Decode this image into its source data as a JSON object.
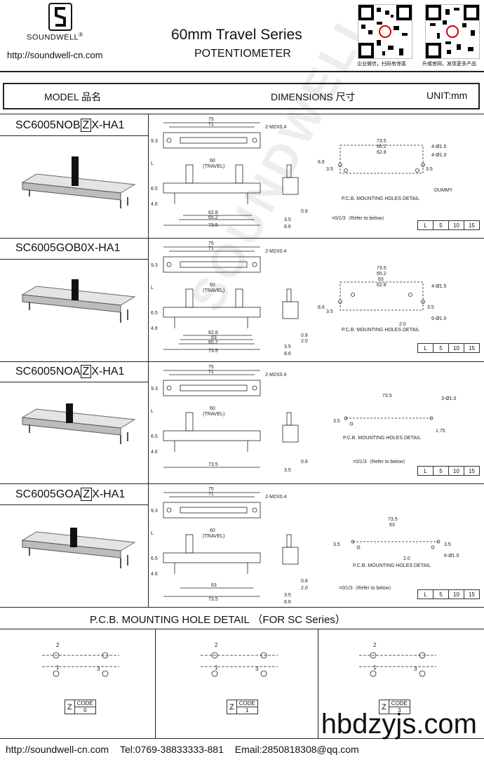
{
  "header": {
    "brand": "SOUNDWELL",
    "registered": "®",
    "url": "http://soundwell-cn.com",
    "title": "60mm Travel Series",
    "subtitle": "POTENTIOMETER",
    "qr_captions": [
      "企业微信，扫码有惊喜",
      "升威官网，发现更多产品"
    ]
  },
  "table_header": {
    "model": "MODEL 品名",
    "dimensions": "DIMENSIONS 尺寸",
    "unit": "UNIT:mm"
  },
  "products": [
    {
      "pre": "SC6005NOB",
      "z": "Z",
      "post": "X-HA1",
      "note": "=0/1/3（Refer to below）",
      "pcb_label": "P.C.B. MOUNTING HOLES DETAIL",
      "dims": {
        "top_w1": "75",
        "top_w2": "71",
        "screw": "2-M2X0.4",
        "h93": "9.3",
        "travel": "60",
        "travel_lbl": "(TRAVEL)",
        "d1": "62.8",
        "d2": "65.2",
        "d3": "73.5",
        "side1": "0.8",
        "side2": "3.5",
        "side3": "8.6",
        "h65": "6.5",
        "h46": "4.6",
        "L": "L",
        "pcb": [
          "73.5",
          "65.2",
          "62.8",
          "4-Ø1.5",
          "4-Ø1.0",
          "DUMMY",
          "8.6",
          "3.5",
          "3.5"
        ]
      }
    },
    {
      "pre": "SC6005GOB0X-HA1",
      "z": "",
      "post": "",
      "note": "",
      "pcb_label": "P.C.B. MOUNTING HOLES DETAIL",
      "dims": {
        "top_w1": "75",
        "top_w2": "71",
        "screw": "2-M2X0.4",
        "h93": "9.3",
        "travel": "60",
        "travel_lbl": "(TRAVEL)",
        "d1": "62.8",
        "d2": "63",
        "d3": "65.2",
        "d4": "73.5",
        "side1": "0.8",
        "side2": "2.0",
        "side3": "3.5",
        "side4": "8.6",
        "h65": "6.5",
        "h46": "4.6",
        "L": "L",
        "pcb": [
          "73.5",
          "65.2",
          "63",
          "62.8",
          "4-Ø1.5",
          "6-Ø1.0",
          "8.6",
          "3.5",
          "3.5",
          "2.0"
        ]
      }
    },
    {
      "pre": "SC6005NOA",
      "z": "Z",
      "post": "X-HA1",
      "note": "=0/1/3（Refer to below）",
      "pcb_label": "P.C.B. MOUNTING HOLES DETAIL",
      "dims": {
        "top_w1": "75",
        "top_w2": "71",
        "screw": "2-M2X0.4",
        "h93": "9.3",
        "travel": "60",
        "travel_lbl": "(TRAVEL)",
        "d3": "73.5",
        "side1": "0.8",
        "side2": "3.5",
        "h65": "6.5",
        "h46": "4.6",
        "L": "L",
        "pcb": [
          "73.5",
          "3-Ø1.0",
          "3.5",
          "1.75"
        ]
      }
    },
    {
      "pre": "SC6005GOA",
      "z": "Z",
      "post": "X-HA1",
      "note": "=0/1/3（Refer to below）",
      "pcb_label": "P.C.B. MOUNTING HOLES DETAIL",
      "dims": {
        "top_w1": "75",
        "top_w2": "71",
        "screw": "2-M2X0.4",
        "h93": "9.3",
        "travel": "60",
        "travel_lbl": "(TRAVEL)",
        "d1": "63",
        "d3": "73.5",
        "side1": "0.8",
        "side2": "2.0",
        "side3": "3.5",
        "side4": "8.6",
        "h65": "6.5",
        "h46": "4.6",
        "L": "L",
        "pcb": [
          "73.5",
          "63",
          "3.5",
          "3.5",
          "2.0",
          "6-Ø1.0"
        ]
      }
    }
  ],
  "tolerance": [
    "L",
    "5",
    "10",
    "15"
  ],
  "pcb_section": {
    "title": "P.C.B. MOUNTING HOLE DETAIL  （FOR SC Series）",
    "codes": [
      {
        "z": "Z",
        "code_label": "CODE",
        "code": "0",
        "pins": [
          "2",
          "1",
          "3"
        ]
      },
      {
        "z": "Z",
        "code_label": "CODE",
        "code": "1",
        "pins": [
          "2",
          "1",
          "3"
        ]
      },
      {
        "z": "Z",
        "code_label": "CODE",
        "code": "3",
        "pins": [
          "2",
          "1",
          "3"
        ]
      }
    ]
  },
  "footer": {
    "url": "http://soundwell-cn.com",
    "tel": "Tel:0769-38833333-881",
    "email": "Email:2850818308@qq.com"
  },
  "watermark": "SOUNDWELL",
  "site_watermark": "hbdzyjs.com"
}
